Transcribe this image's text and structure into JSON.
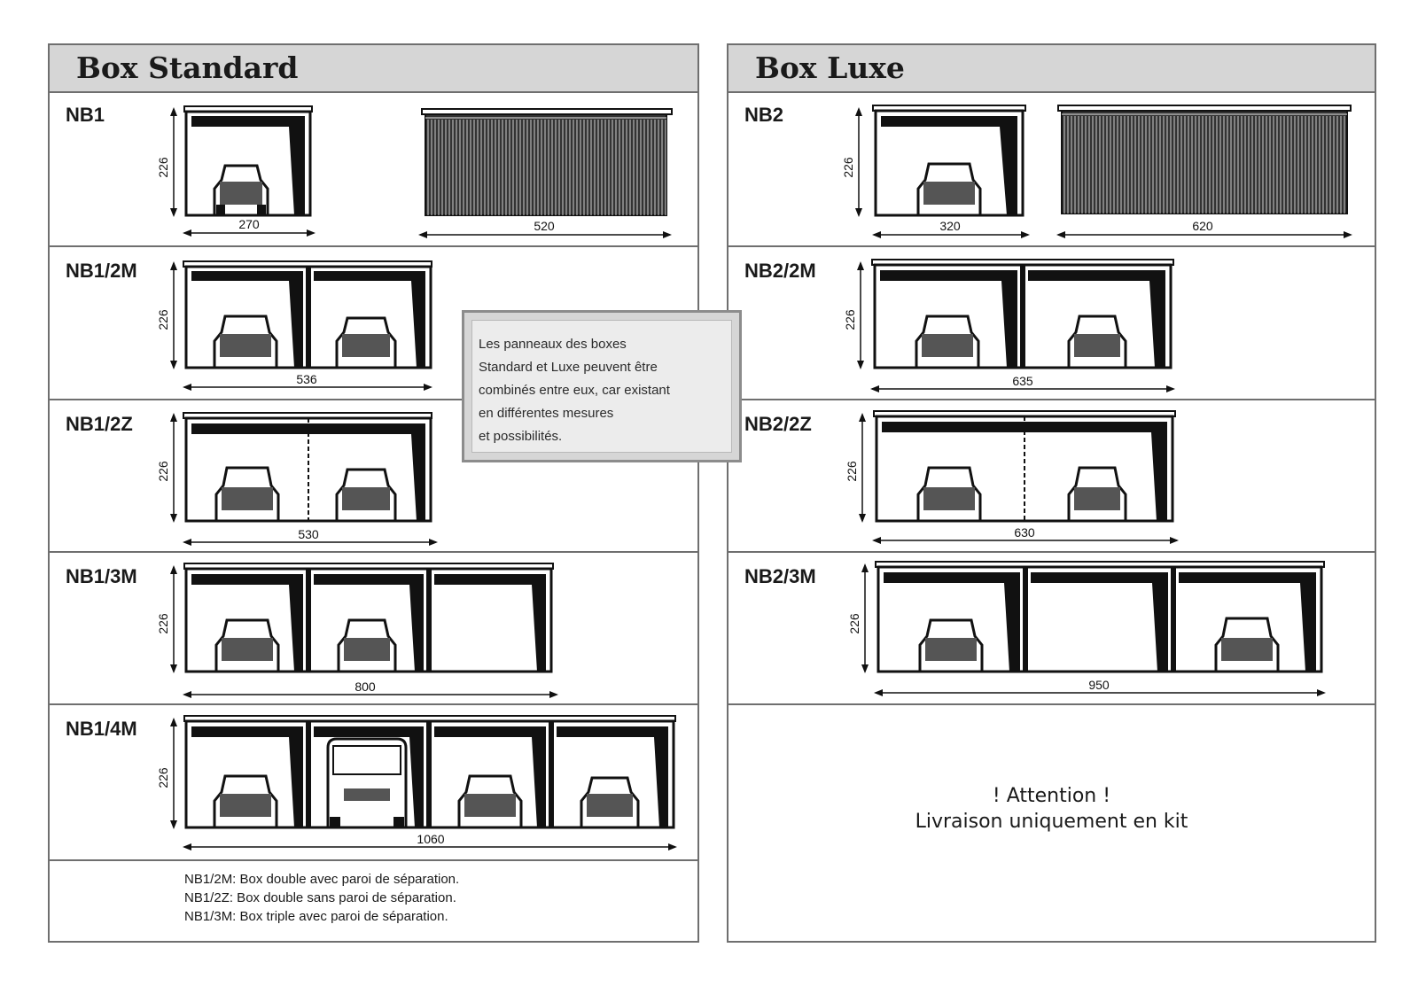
{
  "standard": {
    "title": "Box Standard",
    "rows": [
      {
        "code": "NB1",
        "height": "226",
        "width": "270",
        "depth": "520"
      },
      {
        "code": "NB1/2M",
        "height": "226",
        "width": "536"
      },
      {
        "code": "NB1/2Z",
        "height": "226",
        "width": "530"
      },
      {
        "code": "NB1/3M",
        "height": "226",
        "width": "800"
      },
      {
        "code": "NB1/4M",
        "height": "226",
        "width": "1060"
      }
    ],
    "notes": [
      "NB1/2M: Box double avec paroi de séparation.",
      "NB1/2Z: Box double sans paroi de séparation.",
      "NB1/3M: Box triple avec paroi de séparation."
    ]
  },
  "luxe": {
    "title": "Box Luxe",
    "rows": [
      {
        "code": "NB2",
        "height": "226",
        "width": "320",
        "depth": "620"
      },
      {
        "code": "NB2/2M",
        "height": "226",
        "width": "635"
      },
      {
        "code": "NB2/2Z",
        "height": "226",
        "width": "630"
      },
      {
        "code": "NB2/3M",
        "height": "226",
        "width": "950"
      }
    ],
    "attention": "! Attention !",
    "delivery": "Livraison uniquement en kit"
  },
  "callout": [
    "Les panneaux des boxes",
    "Standard et Luxe peuvent être",
    "combinés entre eux, car existant",
    "en différentes mesures",
    "et possibilités."
  ]
}
